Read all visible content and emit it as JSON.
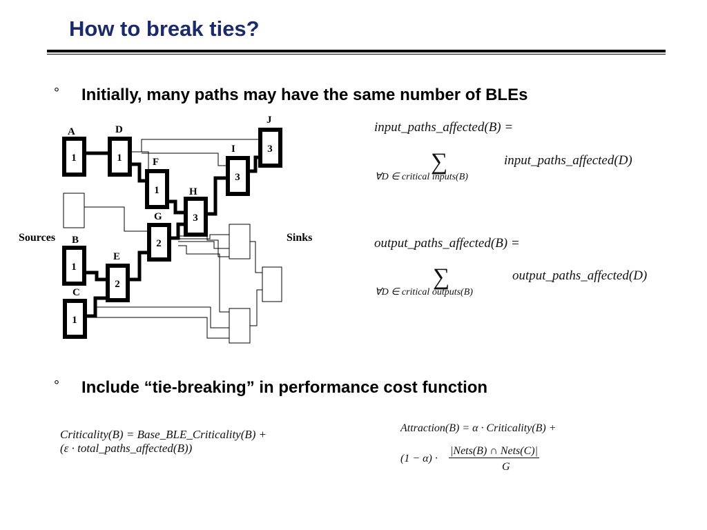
{
  "title": "How to break ties?",
  "bullets": [
    {
      "marker": "°",
      "text": "Initially, many paths may have the same number of BLEs"
    },
    {
      "marker": "°",
      "text": "Include “tie-breaking” in performance cost function"
    }
  ],
  "diagram": {
    "sources_label": "Sources",
    "sinks_label": "Sinks",
    "nodes": [
      {
        "id": "A",
        "value": "1"
      },
      {
        "id": "D",
        "value": "1"
      },
      {
        "id": "F",
        "value": "1"
      },
      {
        "id": "H",
        "value": "3"
      },
      {
        "id": "I",
        "value": "3"
      },
      {
        "id": "J",
        "value": "3"
      },
      {
        "id": "G",
        "value": "2"
      },
      {
        "id": "B",
        "value": "1"
      },
      {
        "id": "E",
        "value": "2"
      },
      {
        "id": "C",
        "value": "1"
      }
    ]
  },
  "equations": {
    "input": {
      "lhs": "input_paths_affected(B) =",
      "sum_symbol": "∑",
      "subscript": "∀D ∈ critical inputs(B)",
      "rhs": "input_paths_affected(D)"
    },
    "output": {
      "lhs": "output_paths_affected(B) =",
      "sum_symbol": "∑",
      "subscript": "∀D ∈ critical outputs(B)",
      "rhs": "output_paths_affected(D)"
    },
    "criticality": {
      "line1": "Criticality(B) = Base_BLE_Criticality(B) +",
      "line2": "(ε · total_paths_affected(B))"
    },
    "attraction": {
      "line1": "Attraction(B) = α · Criticality(B) +",
      "line2_prefix": "(1 − α) ·",
      "numerator": "|Nets(B) ∩ Nets(C)|",
      "denominator": "G"
    }
  }
}
